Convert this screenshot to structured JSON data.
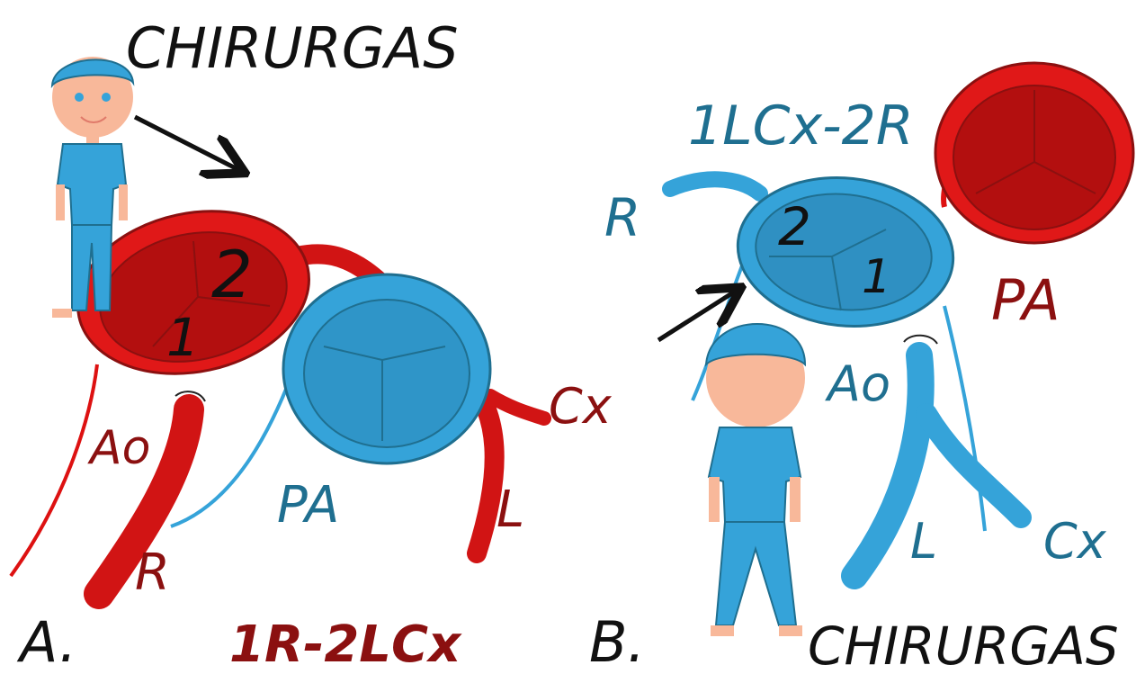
{
  "panelA": {
    "title": "CHIRURGAS",
    "panel_letter": "A.",
    "code": "1R-2LCx",
    "valve_numbers": [
      "1",
      "2"
    ],
    "labels": {
      "ao": "Ao",
      "pa": "PA",
      "r": "R",
      "l": "L",
      "cx": "Cx"
    }
  },
  "panelB": {
    "title": "CHIRURGAS",
    "panel_letter": "B.",
    "code": "1LCx-2R",
    "valve_numbers": [
      "2",
      "1"
    ],
    "labels": {
      "r": "R",
      "pa": "PA",
      "ao": "Ao",
      "l": "L",
      "cx": "Cx"
    }
  },
  "colors": {
    "red": "#dd1111",
    "dark_red": "#8b1010",
    "blue": "#35a3d9",
    "dark_blue": "#1f6f90",
    "skin": "#f8b89a",
    "ink": "#111111"
  }
}
